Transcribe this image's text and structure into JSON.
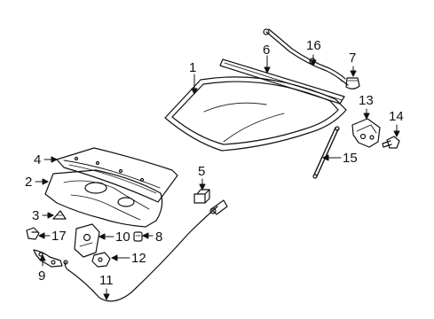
{
  "diagram": {
    "callouts": [
      {
        "id": "c1",
        "text": "1"
      },
      {
        "id": "c2",
        "text": "2"
      },
      {
        "id": "c3",
        "text": "3"
      },
      {
        "id": "c4",
        "text": "4"
      },
      {
        "id": "c5",
        "text": "5"
      },
      {
        "id": "c6",
        "text": "6"
      },
      {
        "id": "c7",
        "text": "7"
      },
      {
        "id": "c8",
        "text": "8"
      },
      {
        "id": "c9",
        "text": "9"
      },
      {
        "id": "c10",
        "text": "10"
      },
      {
        "id": "c11",
        "text": "11"
      },
      {
        "id": "c12",
        "text": "12"
      },
      {
        "id": "c13",
        "text": "13"
      },
      {
        "id": "c14",
        "text": "14"
      },
      {
        "id": "c15",
        "text": "15"
      },
      {
        "id": "c16",
        "text": "16"
      },
      {
        "id": "c17",
        "text": "17"
      }
    ],
    "parts": [
      {
        "callout": "1",
        "icon": "hood-panel-icon"
      },
      {
        "callout": "2",
        "icon": "hood-insulator-icon"
      },
      {
        "callout": "3",
        "icon": "retainer-icon"
      },
      {
        "callout": "4",
        "icon": "seal-strip-icon"
      },
      {
        "callout": "5",
        "icon": "bumper-icon"
      },
      {
        "callout": "6",
        "icon": "weatherstrip-icon"
      },
      {
        "callout": "7",
        "icon": "cap-icon"
      },
      {
        "callout": "8",
        "icon": "clip-icon"
      },
      {
        "callout": "9",
        "icon": "release-handle-icon"
      },
      {
        "callout": "10",
        "icon": "latch-icon"
      },
      {
        "callout": "11",
        "icon": "release-cable-icon"
      },
      {
        "callout": "12",
        "icon": "bracket-icon"
      },
      {
        "callout": "13",
        "icon": "hinge-icon"
      },
      {
        "callout": "14",
        "icon": "bolt-icon"
      },
      {
        "callout": "15",
        "icon": "lift-strut-icon"
      },
      {
        "callout": "16",
        "icon": "washer-hose-icon"
      },
      {
        "callout": "17",
        "icon": "fastener-icon"
      }
    ],
    "colors": {
      "line": "#111111",
      "background": "#ffffff"
    }
  }
}
